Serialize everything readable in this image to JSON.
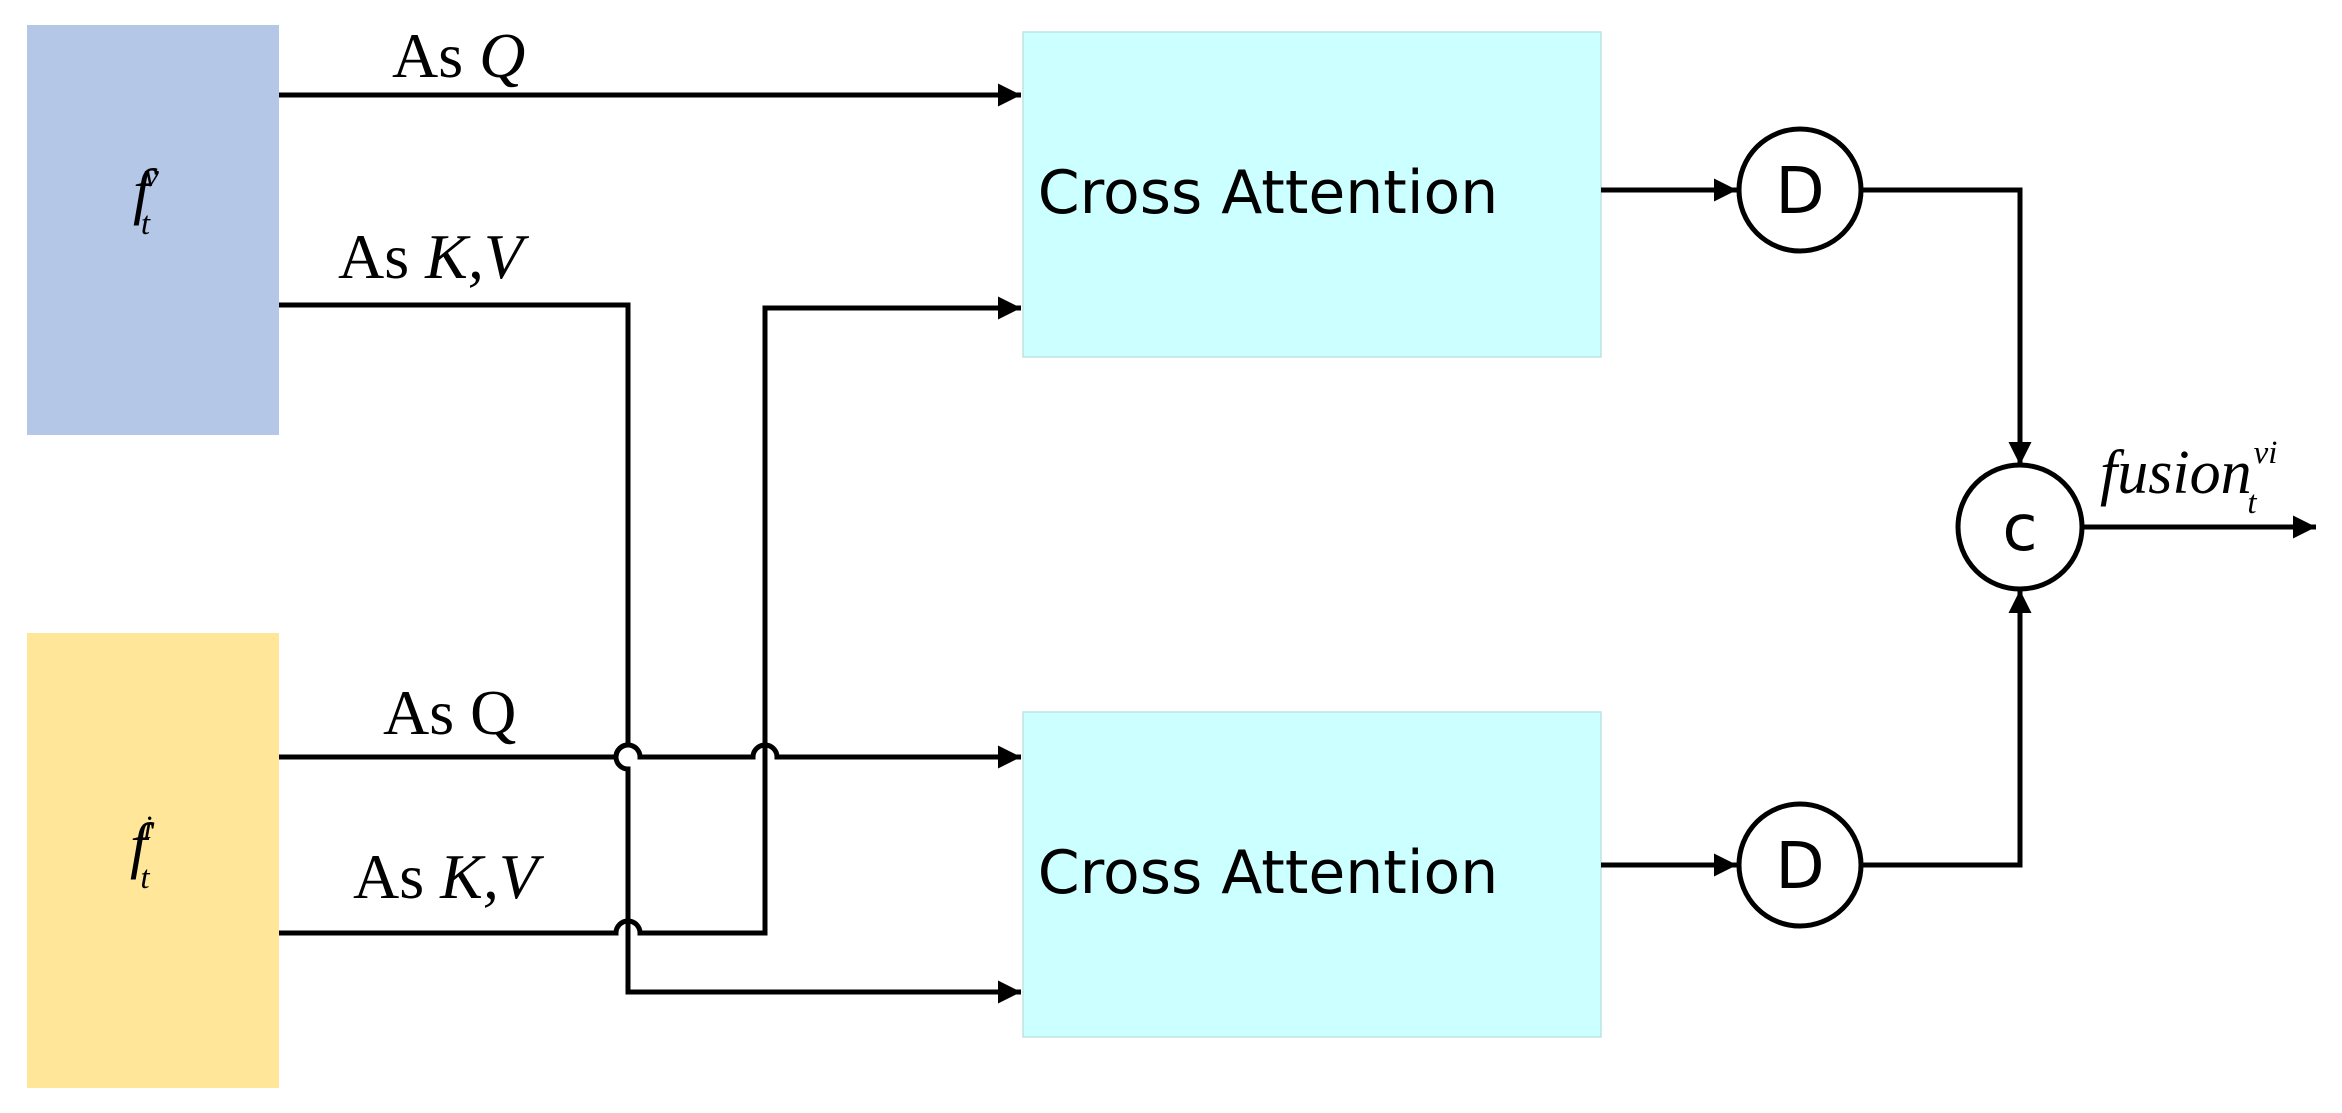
{
  "inputs": {
    "visible": {
      "symbol": "f",
      "sub": "t",
      "sup": "v",
      "color": "#B4C7E7"
    },
    "infrared": {
      "symbol": "f",
      "sub": "t",
      "sup": "i",
      "color": "#FFE699"
    }
  },
  "edge_labels": {
    "top_q": {
      "prefix": "As",
      "var": "Q"
    },
    "top_kv": {
      "prefix": "As",
      "var": "K,V"
    },
    "bottom_q": {
      "prefix": "As Q"
    },
    "bottom_kv": {
      "prefix": "As",
      "var": "K,V"
    }
  },
  "blocks": {
    "cross_attention_top": {
      "label": "Cross Attention",
      "color": "#CCFFFF"
    },
    "cross_attention_bottom": {
      "label": "Cross Attention",
      "color": "#CCFFFF"
    }
  },
  "operators": {
    "d_top": "D",
    "d_bottom": "D",
    "concat": "c"
  },
  "output": {
    "symbol": "fusion",
    "sub": "t",
    "sup": "vi"
  }
}
